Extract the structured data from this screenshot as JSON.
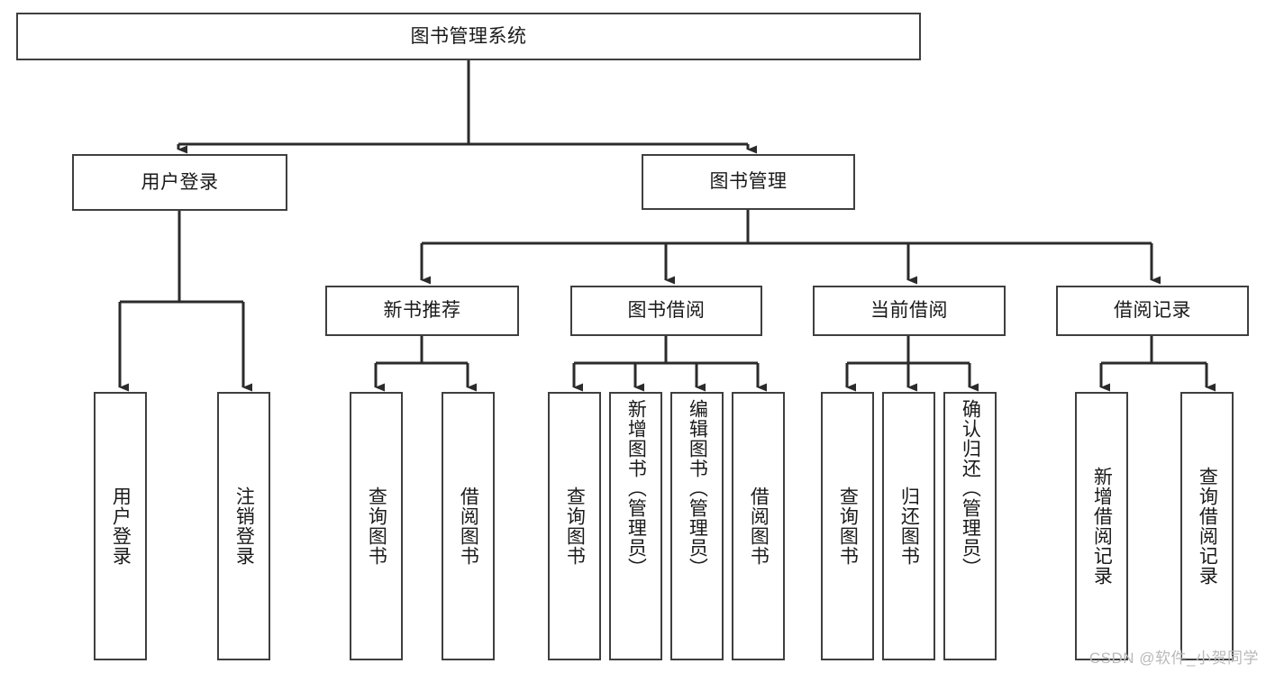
{
  "diagram": {
    "title": "图书管理系统",
    "type": "tree-hierarchy",
    "root": {
      "id": "root",
      "label": "图书管理系统"
    },
    "level2": [
      {
        "id": "user-login",
        "label": "用户登录"
      },
      {
        "id": "book-management",
        "label": "图书管理"
      }
    ],
    "level3": [
      {
        "id": "new-book-recommend",
        "label": "新书推荐",
        "parent": "book-management"
      },
      {
        "id": "book-borrow",
        "label": "图书借阅",
        "parent": "book-management"
      },
      {
        "id": "current-borrow",
        "label": "当前借阅",
        "parent": "book-management"
      },
      {
        "id": "borrow-record",
        "label": "借阅记录",
        "parent": "book-management"
      }
    ],
    "leaves": [
      {
        "id": "leaf-user-login",
        "label": "用户登录",
        "parent": "user-login"
      },
      {
        "id": "leaf-logout",
        "label": "注销登录",
        "parent": "user-login"
      },
      {
        "id": "leaf-query-book-1",
        "label": "查询图书",
        "parent": "new-book-recommend"
      },
      {
        "id": "leaf-borrow-book-1",
        "label": "借阅图书",
        "parent": "new-book-recommend"
      },
      {
        "id": "leaf-query-book-2",
        "label": "查询图书",
        "parent": "book-borrow"
      },
      {
        "id": "leaf-add-book",
        "label": "新增图书（管理员）",
        "parent": "book-borrow"
      },
      {
        "id": "leaf-edit-book",
        "label": "编辑图书（管理员）",
        "parent": "book-borrow"
      },
      {
        "id": "leaf-borrow-book-2",
        "label": "借阅图书",
        "parent": "book-borrow"
      },
      {
        "id": "leaf-query-book-3",
        "label": "查询图书",
        "parent": "current-borrow"
      },
      {
        "id": "leaf-return-book",
        "label": "归还图书",
        "parent": "current-borrow"
      },
      {
        "id": "leaf-confirm-return",
        "label": "确认归还（管理员）",
        "parent": "current-borrow"
      },
      {
        "id": "leaf-add-record",
        "label": "新增借阅记录",
        "parent": "borrow-record"
      },
      {
        "id": "leaf-query-record",
        "label": "查询借阅记录",
        "parent": "borrow-record"
      }
    ],
    "colors": {
      "border": "#3f3f3f",
      "background": "#ffffff",
      "text": "#1a1a1a",
      "edge": "#2b2b2b",
      "watermark": "#b9b9b9"
    }
  },
  "watermark": {
    "text": "CSDN @软件_小贺同学"
  }
}
